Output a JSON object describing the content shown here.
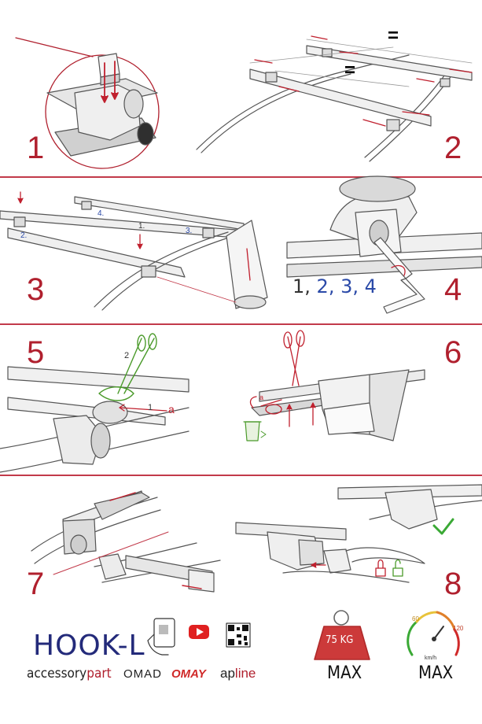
{
  "steps": {
    "s1": "1",
    "s2": "2",
    "s3": "3",
    "s4": "4",
    "s5": "5",
    "s6": "6",
    "s7": "7",
    "s8": "8"
  },
  "panel2": {
    "equal_sign": "="
  },
  "panel3": {
    "label_1": "1.",
    "label_2": "2.",
    "label_3": "3.",
    "label_4": "4."
  },
  "panel4": {
    "seq_1": "1,",
    "seq_2": "2,",
    "seq_3": "3,",
    "seq_4": "4"
  },
  "panel5": {
    "label_2": "2",
    "label_1": "1",
    "label_a": "a"
  },
  "panel6": {
    "label_a": "a"
  },
  "footer": {
    "product": "HOOK-L",
    "brand_accessory": "accessory",
    "brand_part": "part",
    "brand_omad": "OMAD",
    "brand_omay": "OMAY",
    "brand_ap": "ap",
    "brand_line": "line",
    "weight_label": "75 KG",
    "max_weight": "MAX",
    "max_speed": "MAX",
    "speed_60": "60",
    "speed_120": "120",
    "speed_unit": "km/h"
  },
  "colors": {
    "step_red": "#b0202e",
    "brand_navy": "#232a7a",
    "check_green": "#3aa935",
    "label_blue": "#2b4aa8",
    "arrow_red": "#c0202e",
    "scissors_green": "#4a9a2a"
  }
}
